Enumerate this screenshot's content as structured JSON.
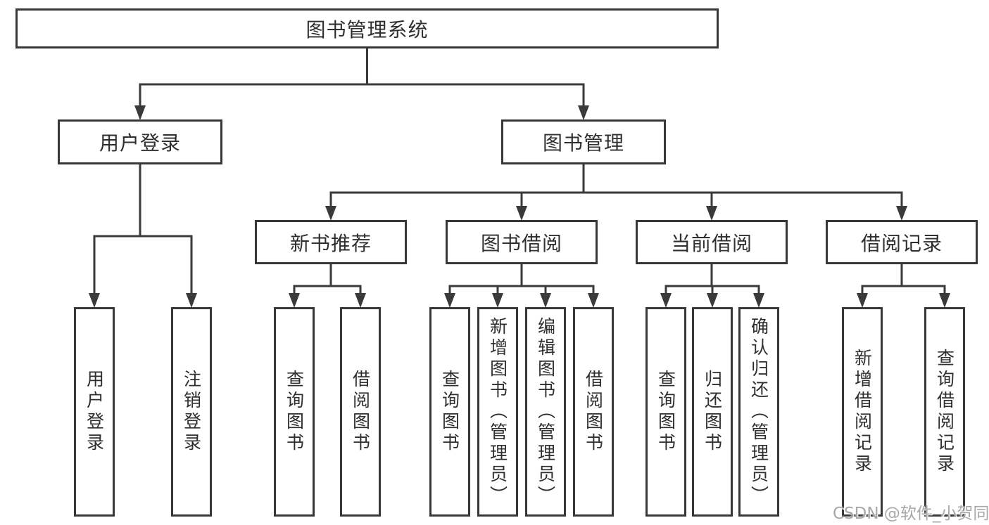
{
  "diagram": {
    "title": "图书管理系统",
    "watermark": "CSDN @软件_小贺同学",
    "colors": {
      "line": "#3a3a3a",
      "box_border": "#383838",
      "text": "#2f2f2f",
      "background": "#ffffff",
      "watermark_text": "#a8a8a8"
    },
    "nodes": {
      "root": {
        "label": "图书管理系统"
      },
      "user_login": {
        "label": "用户登录"
      },
      "book_mgmt": {
        "label": "图书管理"
      },
      "new_book_rec": {
        "label": "新书推荐"
      },
      "book_borrow": {
        "label": "图书借阅"
      },
      "current_borrow": {
        "label": "当前借阅"
      },
      "borrow_records": {
        "label": "借阅记录"
      },
      "leaf_user_login": {
        "label": "用户登录"
      },
      "leaf_logout": {
        "label": "注销登录"
      },
      "leaf_nbr_query": {
        "label": "查询图书"
      },
      "leaf_nbr_borrow": {
        "label": "借阅图书"
      },
      "leaf_bb_query": {
        "label": "查询图书"
      },
      "leaf_bb_add": {
        "label": "新增图书（管理员）"
      },
      "leaf_bb_edit": {
        "label": "编辑图书（管理员）"
      },
      "leaf_bb_borrow": {
        "label": "借阅图书"
      },
      "leaf_cb_query": {
        "label": "查询图书"
      },
      "leaf_cb_return": {
        "label": "归还图书"
      },
      "leaf_cb_confirm": {
        "label": "确认归还（管理员）"
      },
      "leaf_br_add": {
        "label": "新增借阅记录"
      },
      "leaf_br_query": {
        "label": "查询借阅记录"
      }
    },
    "edges": [
      {
        "from": "root",
        "to": [
          "user_login",
          "book_mgmt"
        ]
      },
      {
        "from": "user_login",
        "to": [
          "leaf_user_login",
          "leaf_logout"
        ]
      },
      {
        "from": "book_mgmt",
        "to": [
          "new_book_rec",
          "book_borrow",
          "current_borrow",
          "borrow_records"
        ]
      },
      {
        "from": "new_book_rec",
        "to": [
          "leaf_nbr_query",
          "leaf_nbr_borrow"
        ]
      },
      {
        "from": "book_borrow",
        "to": [
          "leaf_bb_query",
          "leaf_bb_add",
          "leaf_bb_edit",
          "leaf_bb_borrow"
        ]
      },
      {
        "from": "current_borrow",
        "to": [
          "leaf_cb_query",
          "leaf_cb_return",
          "leaf_cb_confirm"
        ]
      },
      {
        "from": "borrow_records",
        "to": [
          "leaf_br_add",
          "leaf_br_query"
        ]
      }
    ]
  }
}
